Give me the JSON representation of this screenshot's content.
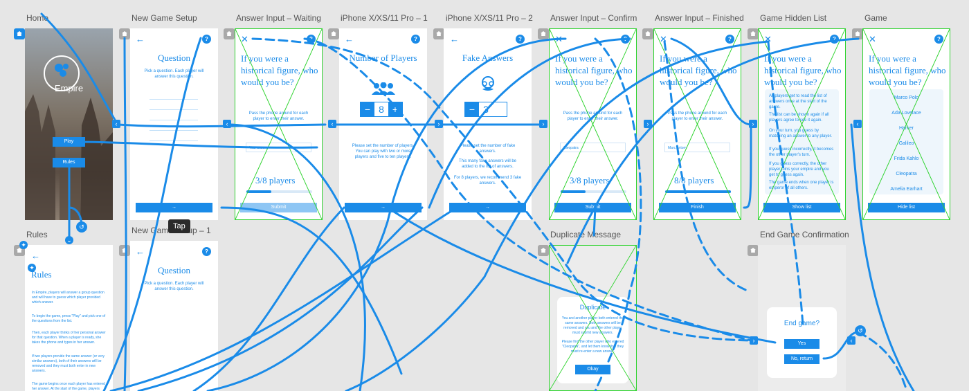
{
  "artboards": {
    "home": {
      "title": "Home",
      "brand": "Empire",
      "play": "Play",
      "rules": "Rules"
    },
    "setup": {
      "title": "New Game Setup",
      "heading": "Question",
      "desc": "Pick a question. Each player will answer this question.",
      "next": "→"
    },
    "answer_wait": {
      "title": "Answer Input – Waiting",
      "question": "If you were a historical figure, who would you be?",
      "pass": "Pass the phone around for each player to enter their answer.",
      "placeholder": "Your answer",
      "progress": "3/8 players",
      "progress_value": 0.375,
      "submit": "Submit"
    },
    "players": {
      "title": "iPhone X/XS/11 Pro – 1",
      "heading": "Number of Players",
      "minus": "−",
      "value": "8",
      "plus": "+",
      "desc": "Please set the number of players. You can play with two or more players and five to ten players.",
      "next": "→"
    },
    "fake": {
      "title": "iPhone X/XS/11 Pro – 2",
      "heading": "Fake Answers",
      "minus": "−",
      "value": "3",
      "desc1": "Please set the number of fake answers.",
      "desc2": "This many fake answers will be added to the list of answers.",
      "desc3": "For 8 players, we recommend 3 fake answers.",
      "next": "→"
    },
    "answer_confirm": {
      "title": "Answer Input – Confirm",
      "question": "If you were a historical figure, who would you be?",
      "pass": "Pass the phone around for each player to enter their answer.",
      "value": "Cleopatra",
      "progress": "3/8 players",
      "progress_value": 0.375,
      "submit": "Submit"
    },
    "answer_finished": {
      "title": "Answer Input – Finished",
      "question": "If you were a historical figure, who would you be?",
      "pass": "Pass the phone around for each player to enter their answer.",
      "value": "Marc Antony",
      "progress": "8/8 players",
      "progress_value": 1.0,
      "finish": "Finish"
    },
    "hidden": {
      "title": "Game Hidden List",
      "question": "If you were a historical figure, who would you be?",
      "rules": [
        "All players get to read the list of answers once at the start of the game.",
        "The list can be shown again if all players agree to see it again.",
        "On your turn, you guess by matching an answer to any player.",
        "If you guess incorrectly, it becomes the other player's turn.",
        "If you guess correctly, the other player joins your empire and you get to guess again.",
        "The game ends when one player is emperor of all others."
      ],
      "show": "Show list"
    },
    "game": {
      "title": "Game",
      "question": "If you were a historical figure, who would you be?",
      "names": [
        "Marco Polo",
        "Ada Lovelace",
        "Harker",
        "Galileo",
        "Frida Kahlo",
        "Cleopatra",
        "Amelia Earhart"
      ],
      "hide": "Hide list"
    },
    "rules": {
      "title": "Rules",
      "heading": "Rules",
      "paragraphs": [
        "In Empire, players will answer a group question and will have to guess which player provided which answer.",
        "To begin the game, press \"Play\" and pick one of the questions from the list.",
        "Then, each player thinks of her personal answer for that question. When a player is ready, she takes the phone and types in her answer.",
        "If two players provide the same answer (or very similar answers), both of their answers will be removed and they must both enter in new answers.",
        "The game begins once each player has entered her answer. At the start of the game, players must"
      ]
    },
    "setup2": {
      "title": "New Game Setup – 1",
      "heading": "Question",
      "desc": "Pick a question. Each player will answer this question."
    },
    "duplicate": {
      "title": "Duplicate Message",
      "heading": "Duplicate",
      "body": "You and another player both entered the same answers. Both answers will be removed and you and the other player must submit new answers.",
      "body2": "Please find the other player who entered \"Cleopatra\", and let them know that they must re-enter a new answer.",
      "okay": "Okay"
    },
    "end": {
      "title": "End Game Confirmation",
      "heading": "End game?",
      "yes": "Yes",
      "no": "No, return"
    }
  },
  "tooltip": "Tap",
  "colors": {
    "accent": "#1a8be8",
    "hotspot": "#2dd32d",
    "canvas": "#e6e6e6"
  }
}
